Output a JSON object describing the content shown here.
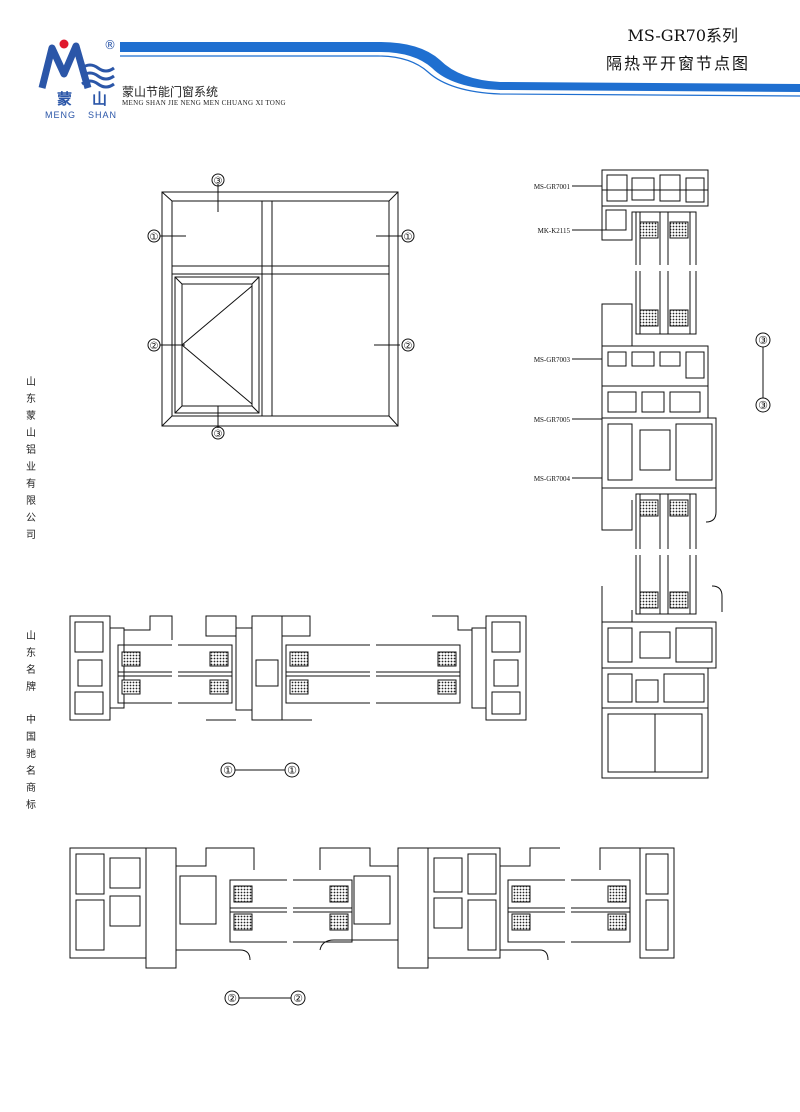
{
  "header": {
    "logo_char_1": "蒙",
    "logo_char_2": "山",
    "logo_en_1": "MENG",
    "logo_en_2": "SHAN",
    "registered": "®",
    "brand_cn": "蒙山节能门窗系统",
    "brand_en": "MENG SHAN JIE NENG MEN CHUANG XI TONG",
    "series": "MS-GR70系列",
    "title": "隔热平开窗节点图"
  },
  "sidebar": {
    "company": "山东蒙山铝业有限公司",
    "brand1": "山东名牌",
    "brand2": "中国驰名商标"
  },
  "elevation": {
    "marks": [
      "①",
      "②",
      "③"
    ]
  },
  "section_labels": {
    "profile_1": "MS-GR7001",
    "profile_2": "MK-K2115",
    "profile_3": "MS-GR7003",
    "profile_4": "MS-GR7005",
    "profile_5": "MS-GR7004"
  },
  "sections": {
    "s1_a": "①",
    "s1_b": "①",
    "s2_a": "②",
    "s2_b": "②",
    "s3_a": "③",
    "s3_b": "③"
  },
  "colors": {
    "accent_blue": "#1f6fd0",
    "logo_blue": "#2b56a8",
    "logo_red": "#e0182c",
    "line": "#111111"
  }
}
